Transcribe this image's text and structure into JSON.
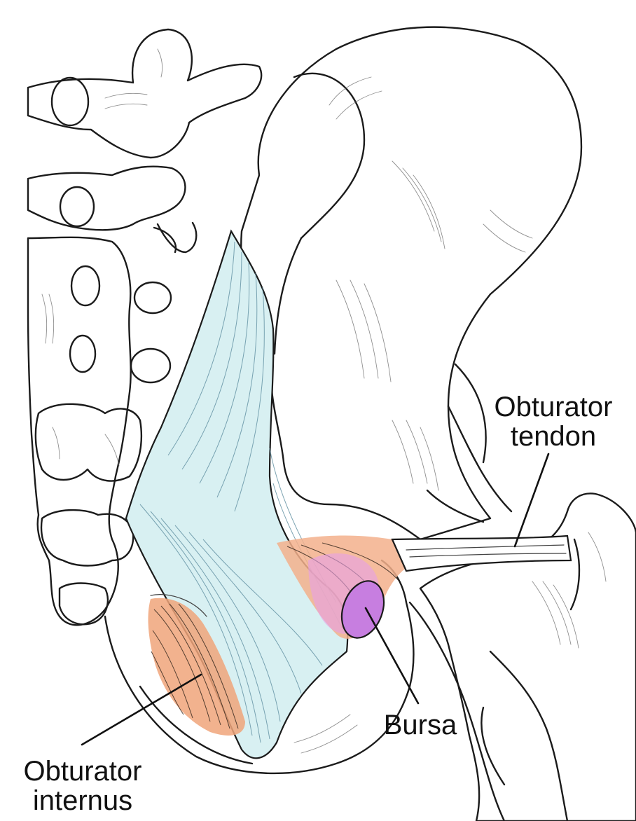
{
  "labels": {
    "obturator_tendon_line1": "Obturator",
    "obturator_tendon_line2": "tendon",
    "bursa": "Bursa",
    "obturator_internus_line1": "Obturator",
    "obturator_internus_line2": "internus"
  },
  "colors": {
    "muscle": "#f0a47a",
    "ligament": "#d8f0f2",
    "bursa": "#c77ee0",
    "outline": "#1b1b1b",
    "background": "#ffffff"
  }
}
